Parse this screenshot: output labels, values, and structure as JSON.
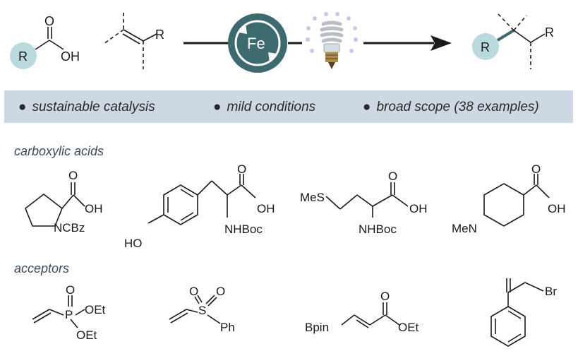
{
  "scheme": {
    "reactant_acid": {
      "r_label": "R",
      "oh_label": "OH",
      "o_label": "O"
    },
    "reactant_alkene": {
      "r_label": "R"
    },
    "catalyst": {
      "metal_label": "Fe",
      "light_icon": "lightbulb-icon",
      "cycle_icon": "cycle-arrows-icon"
    },
    "product": {
      "r_label": "R",
      "r2_label": "R"
    },
    "colors": {
      "accent": "#3d6a6e",
      "r_circle": "#b9d9dc",
      "banner": "#cdd8e2",
      "section_text": "#3a4a5a"
    }
  },
  "features": [
    "sustainable catalysis",
    "mild conditions",
    "broad scope (38 examples)"
  ],
  "sections": {
    "acids_title": "carboxylic acids",
    "acceptors_title": "acceptors"
  },
  "acids": [
    {
      "labels": [
        "O",
        "OH",
        "NCBz"
      ]
    },
    {
      "labels": [
        "O",
        "OH",
        "HO",
        "NHBoc"
      ]
    },
    {
      "labels": [
        "O",
        "OH",
        "MeS",
        "NHBoc"
      ]
    },
    {
      "labels": [
        "O",
        "OH",
        "MeN"
      ]
    }
  ],
  "acceptors": [
    {
      "labels": [
        "O",
        "P",
        "OEt",
        "OEt"
      ]
    },
    {
      "labels": [
        "O",
        "O",
        "S",
        "Ph"
      ]
    },
    {
      "labels": [
        "O",
        "OEt",
        "Bpin"
      ]
    },
    {
      "labels": [
        "Br"
      ]
    }
  ]
}
